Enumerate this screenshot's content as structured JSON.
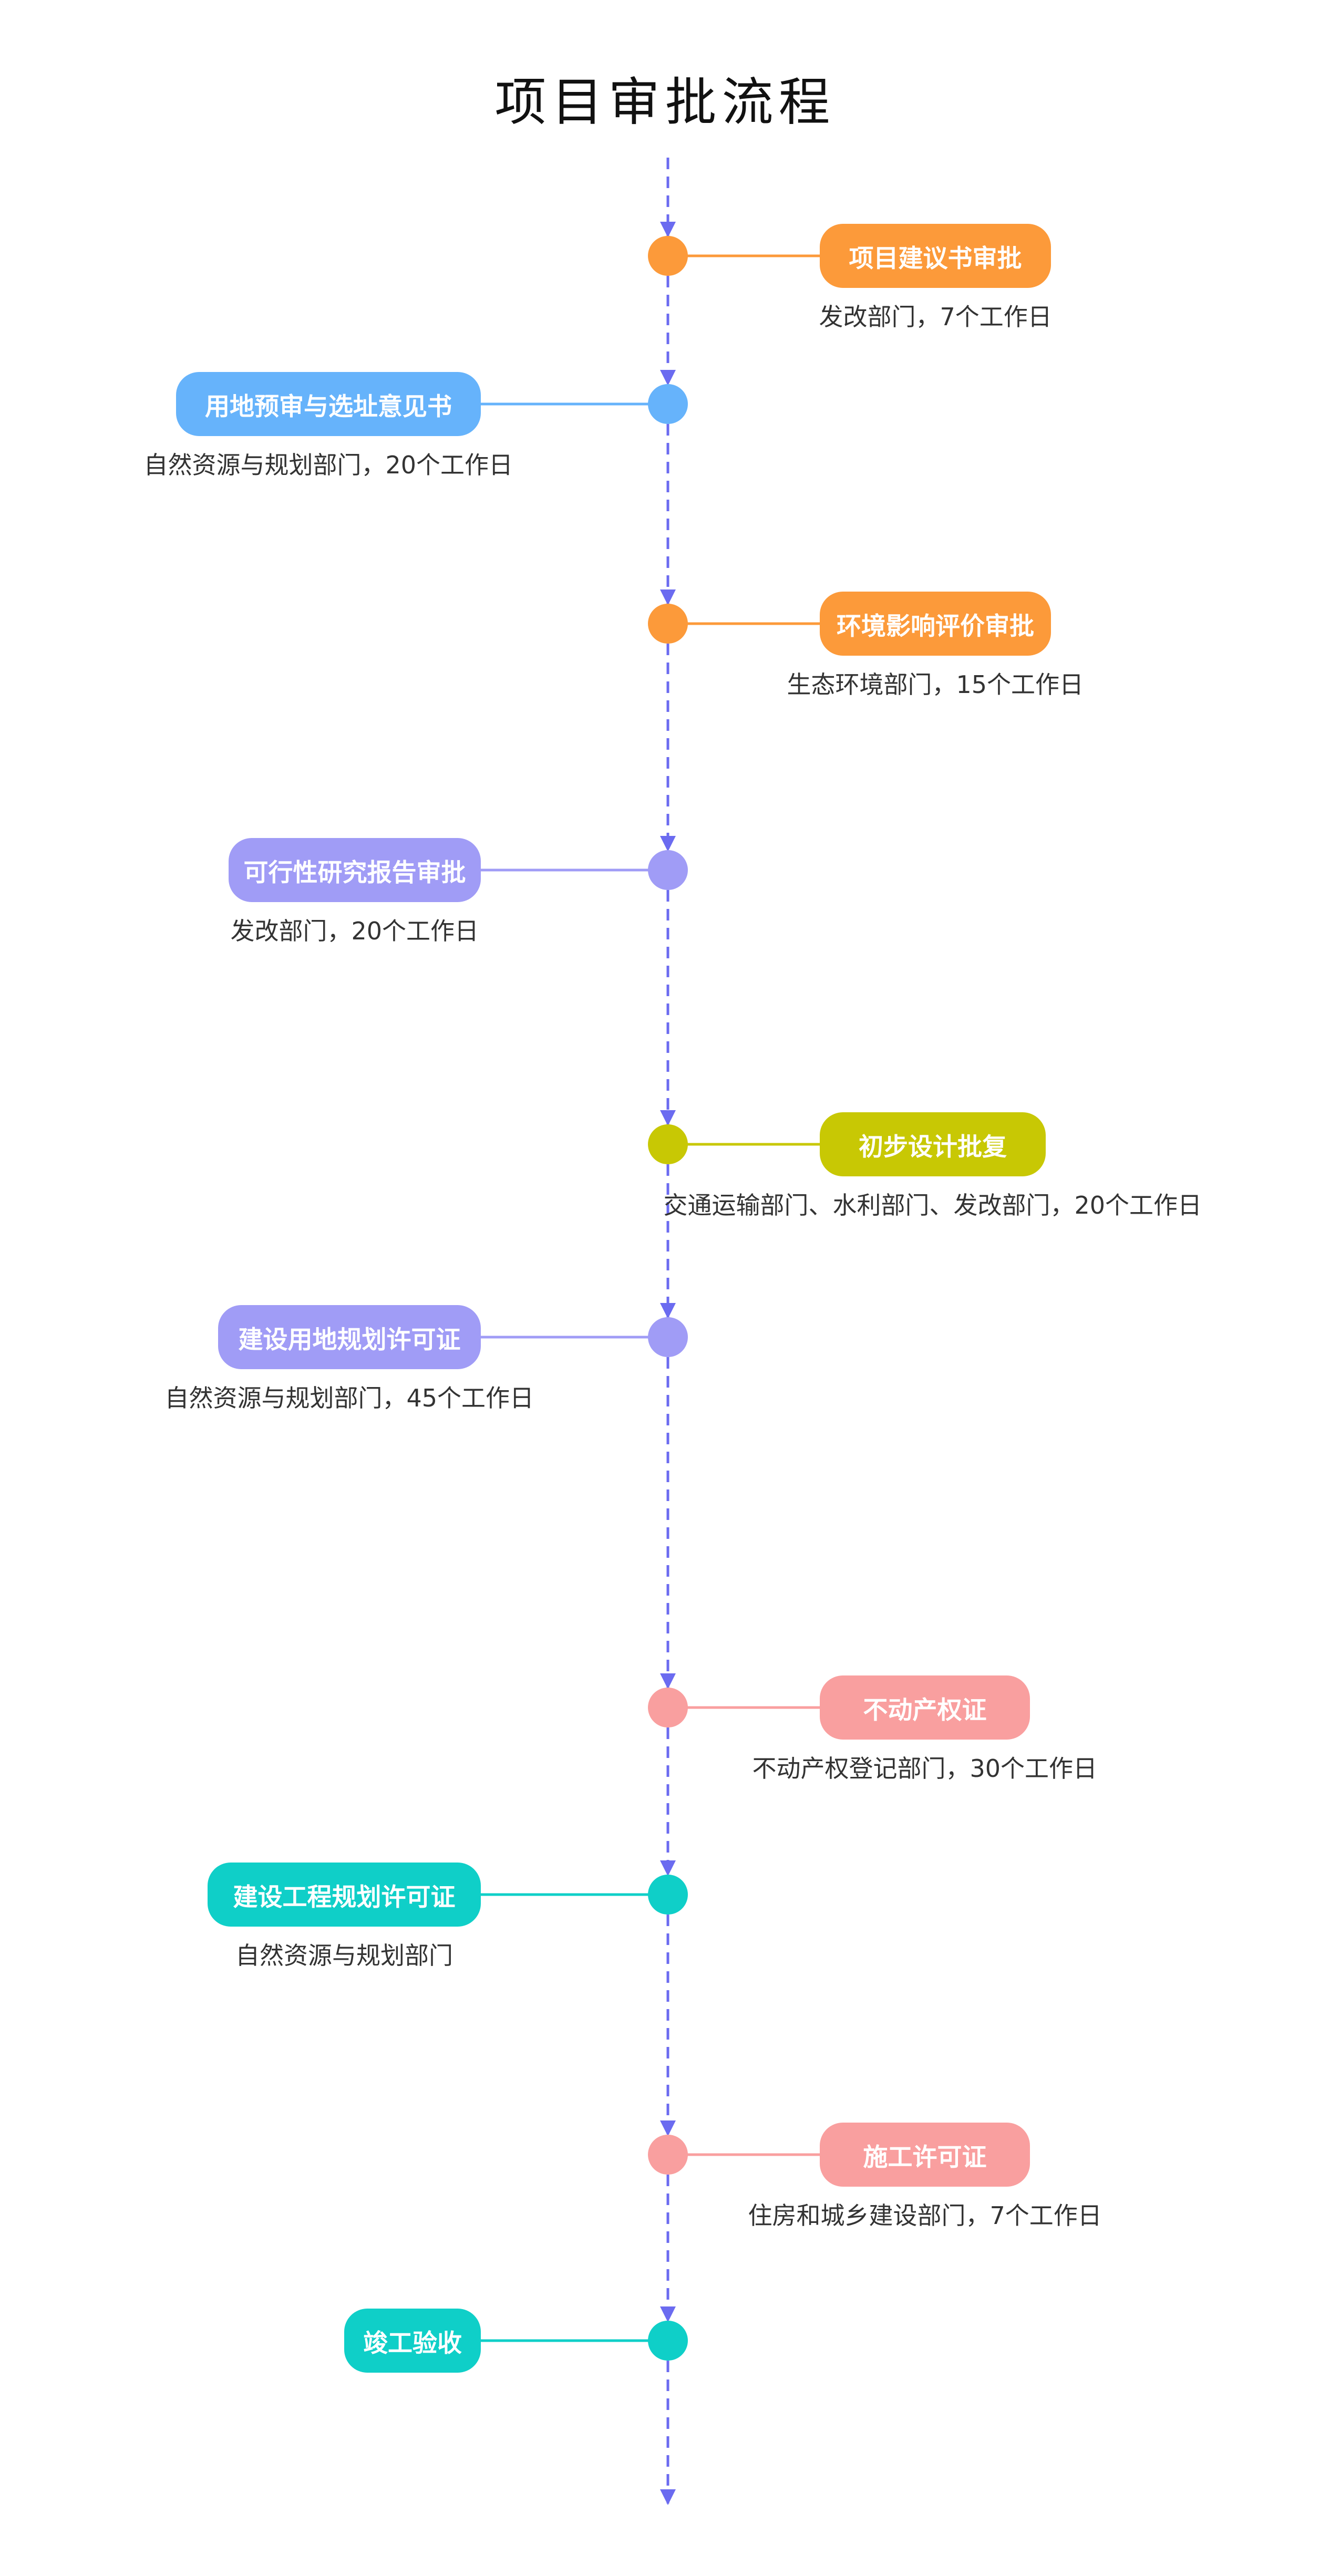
{
  "title": "项目审批流程",
  "colors": {
    "axis": "#6b6bf0",
    "orange": "#fc9a3a",
    "blue": "#66b3fb",
    "purple": "#a09cf6",
    "olive": "#c8c804",
    "pink": "#f99f9f",
    "teal": "#0fcfc8"
  },
  "steps": [
    {
      "label": "项目建议书审批",
      "note": "发改部门，7个工作日",
      "side": "right",
      "color": "orange"
    },
    {
      "label": "用地预审与选址意见书",
      "note": "自然资源与规划部门，20个工作日",
      "side": "left",
      "color": "blue"
    },
    {
      "label": "环境影响评价审批",
      "note": "生态环境部门，15个工作日",
      "side": "right",
      "color": "orange"
    },
    {
      "label": "可行性研究报告审批",
      "note": "发改部门，20个工作日",
      "side": "left",
      "color": "purple"
    },
    {
      "label": "初步设计批复",
      "note": "交通运输部门、水利部门、发改部门，20个工作日",
      "side": "right",
      "color": "olive"
    },
    {
      "label": "建设用地规划许可证",
      "note": "自然资源与规划部门，45个工作日",
      "side": "left",
      "color": "purple"
    },
    {
      "label": "不动产权证",
      "note": "不动产权登记部门，30个工作日",
      "side": "right",
      "color": "pink"
    },
    {
      "label": "建设工程规划许可证",
      "note": "自然资源与规划部门",
      "side": "left",
      "color": "teal"
    },
    {
      "label": "施工许可证",
      "note": "住房和城乡建设部门，7个工作日",
      "side": "right",
      "color": "pink"
    },
    {
      "label": "竣工验收",
      "note": "",
      "side": "left",
      "color": "teal"
    }
  ]
}
